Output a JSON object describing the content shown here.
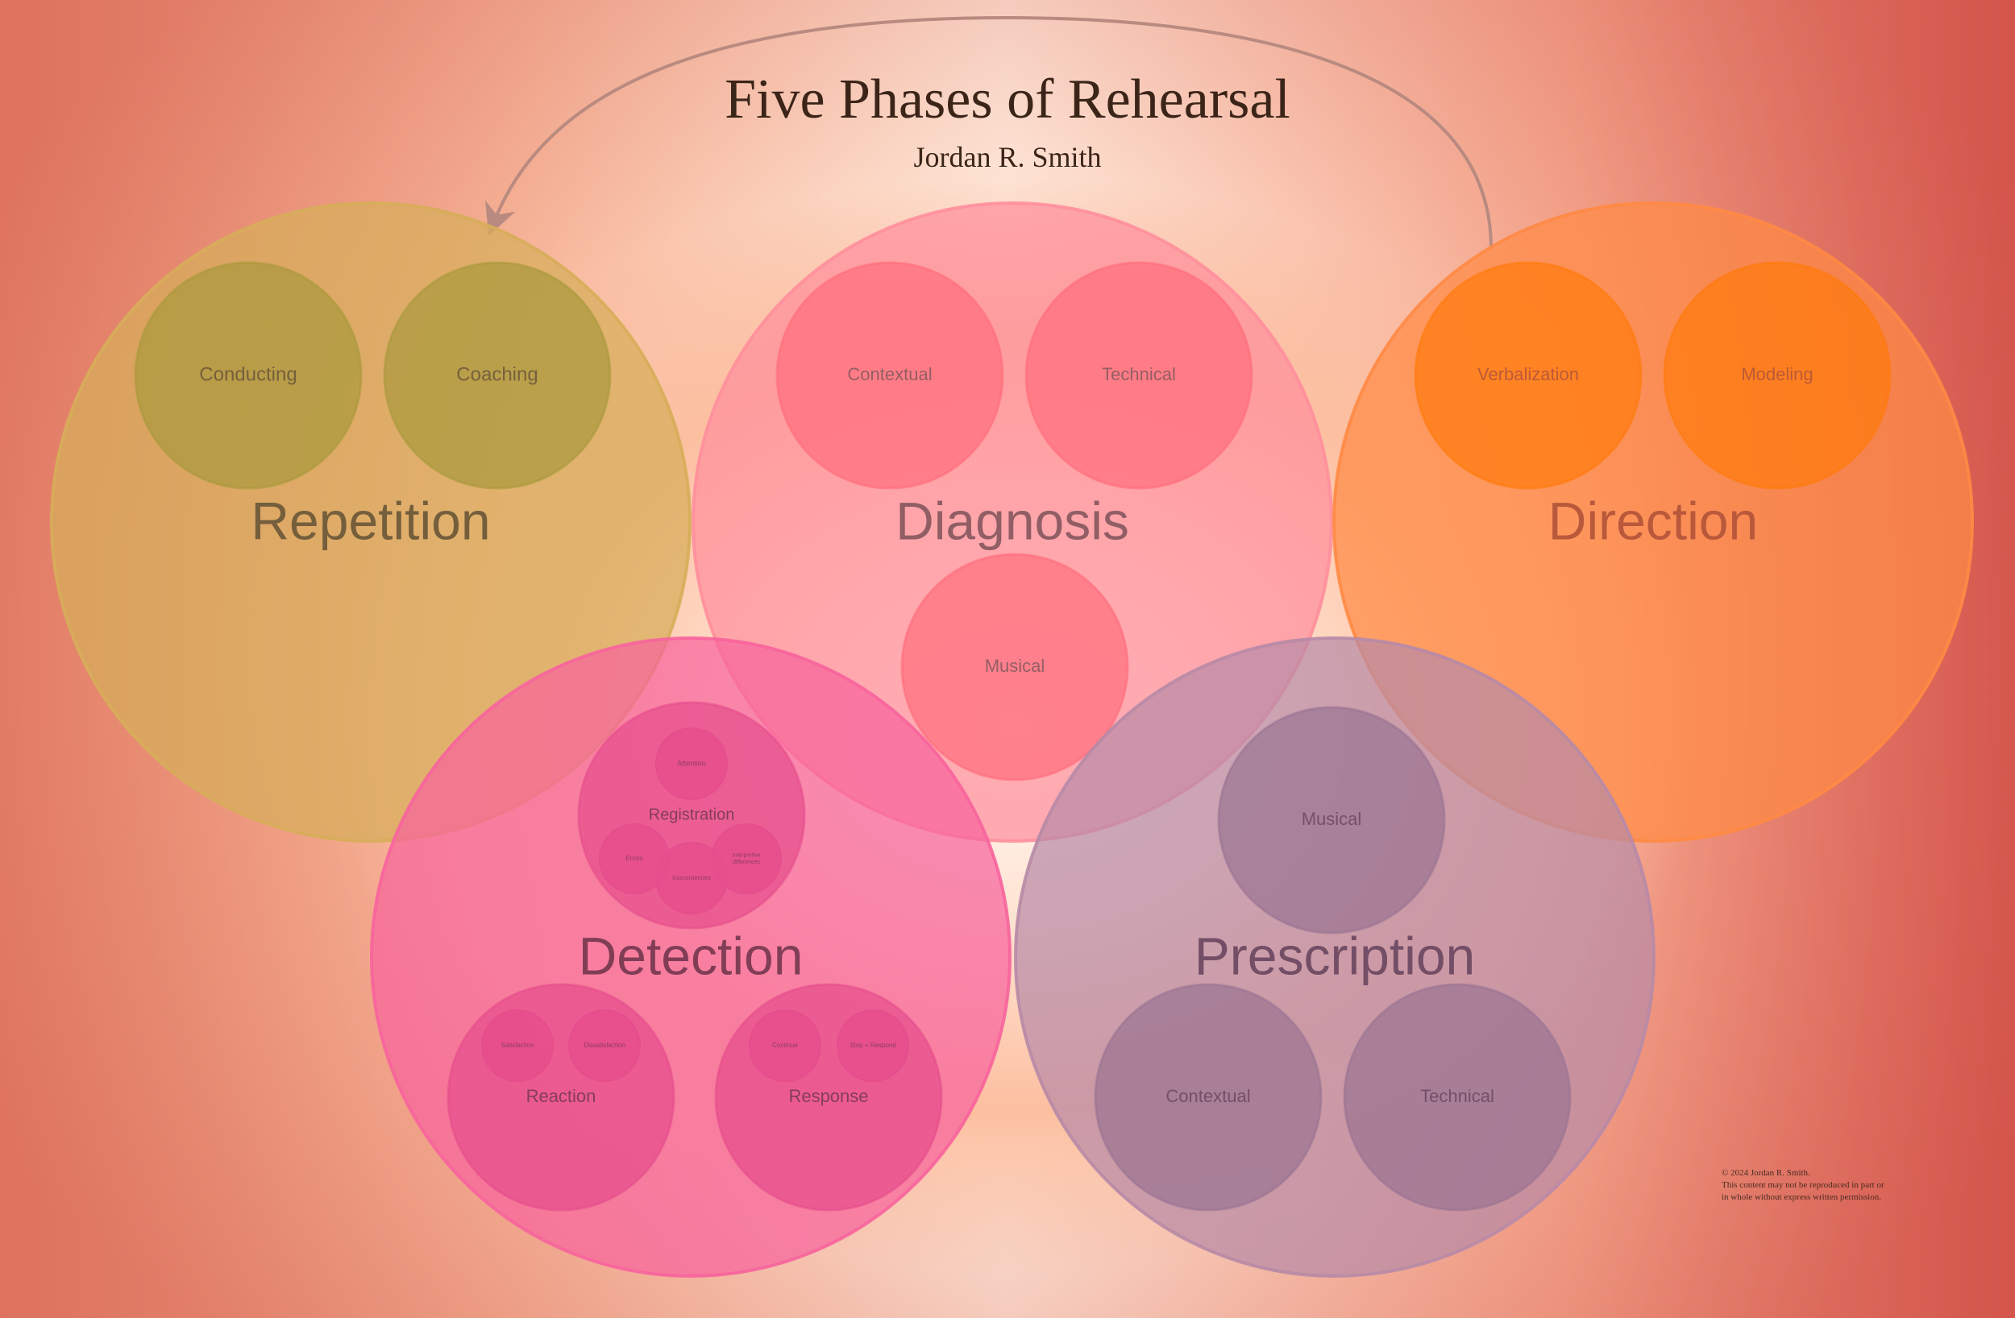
{
  "title": "Five Phases of Rehearsal",
  "author": "Jordan R. Smith",
  "copyright": {
    "line1": "© 2024 Jordan R. Smith.",
    "line2": "This content may not be reproduced in part or",
    "line3": "in whole without express written permission."
  },
  "colors": {
    "title_text": "#3b2418",
    "cycle_arrow": "#b98a80",
    "repetition": "#d9b45a",
    "diagnosis": "#ff8f9a",
    "direction": "#ff8a3d",
    "detection": "#f7649c",
    "prescription": "#b890b0"
  },
  "phases": [
    {
      "id": "repetition",
      "name": "Repetition",
      "fill": "#d7ad5a",
      "sub_fill": "#a9993c",
      "text_color": "#6e5a3a",
      "sub_circles": [
        {
          "label": "Conducting",
          "children": []
        },
        {
          "label": "Coaching",
          "children": []
        }
      ]
    },
    {
      "id": "diagnosis",
      "name": "Diagnosis",
      "fill": "#ff8f9c",
      "sub_fill": "#ff6d7c",
      "text_color": "#8a5a60",
      "sub_circles": [
        {
          "label": "Contextual",
          "children": []
        },
        {
          "label": "Technical",
          "children": []
        },
        {
          "label": "Musical",
          "children": []
        }
      ]
    },
    {
      "id": "direction",
      "name": "Direction",
      "fill": "#ff8a45",
      "sub_fill": "#ff7a0c",
      "text_color": "#b5553a",
      "sub_circles": [
        {
          "label": "Verbalization",
          "children": []
        },
        {
          "label": "Modeling",
          "children": []
        }
      ]
    },
    {
      "id": "detection",
      "name": "Detection",
      "fill": "#f7649c",
      "sub_fill": "#e64d8c",
      "text_color": "#7a3a52",
      "sub_circles": [
        {
          "label": "Registration",
          "children": [
            "Attention",
            "Errors",
            "Inconsistencies",
            "Interpretive differences"
          ]
        },
        {
          "label": "Reaction",
          "children": [
            "Satisfaction",
            "Dissatisfaction"
          ]
        },
        {
          "label": "Response",
          "children": [
            "Continue",
            "Stop + Respond"
          ]
        }
      ]
    },
    {
      "id": "prescription",
      "name": "Prescription",
      "fill": "#b88aa6",
      "sub_fill": "#9a7392",
      "text_color": "#6e4a62",
      "sub_circles": [
        {
          "label": "Musical",
          "children": []
        },
        {
          "label": "Contextual",
          "children": []
        },
        {
          "label": "Technical",
          "children": []
        }
      ]
    }
  ]
}
